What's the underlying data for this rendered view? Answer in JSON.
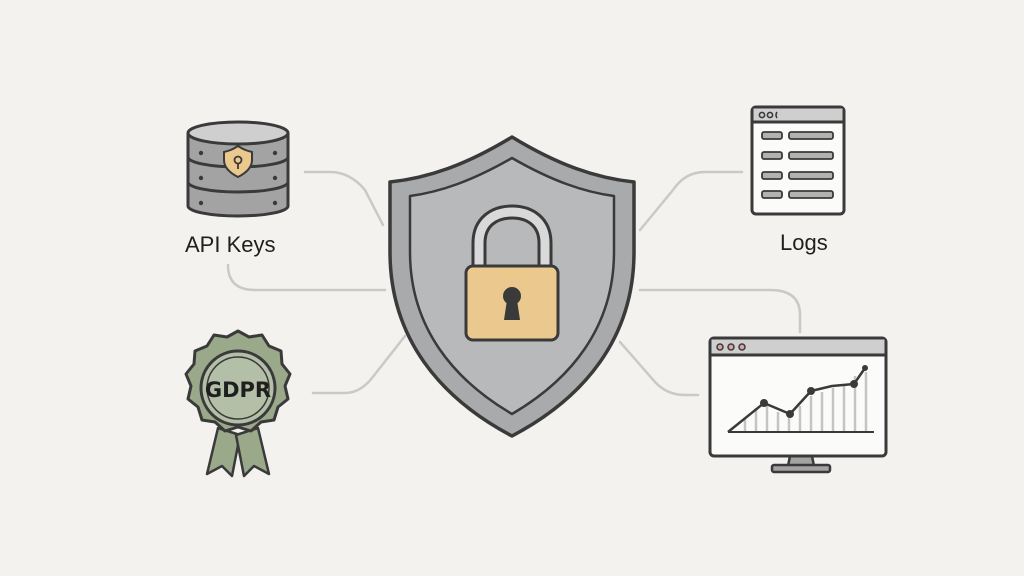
{
  "diagram": {
    "center": {
      "icon": "shield-lock-icon"
    },
    "nodes": {
      "api_keys": {
        "label": "API Keys",
        "icon": "database-icon"
      },
      "logs": {
        "label": "Logs",
        "icon": "log-window-icon"
      },
      "gdpr": {
        "label": "GDPR",
        "icon": "badge-icon"
      },
      "monitoring": {
        "icon": "monitor-chart-icon"
      }
    }
  },
  "colors": {
    "background": "#f4f2ee",
    "outline": "#3a3a3a",
    "shield_fill": "#a9aaab",
    "shield_inner": "#b8b9ba",
    "lock_body": "#ebc88e",
    "badge_green": "#9aa98a",
    "database_gray": "#a3a3a3",
    "connector": "#c9c9c9"
  }
}
